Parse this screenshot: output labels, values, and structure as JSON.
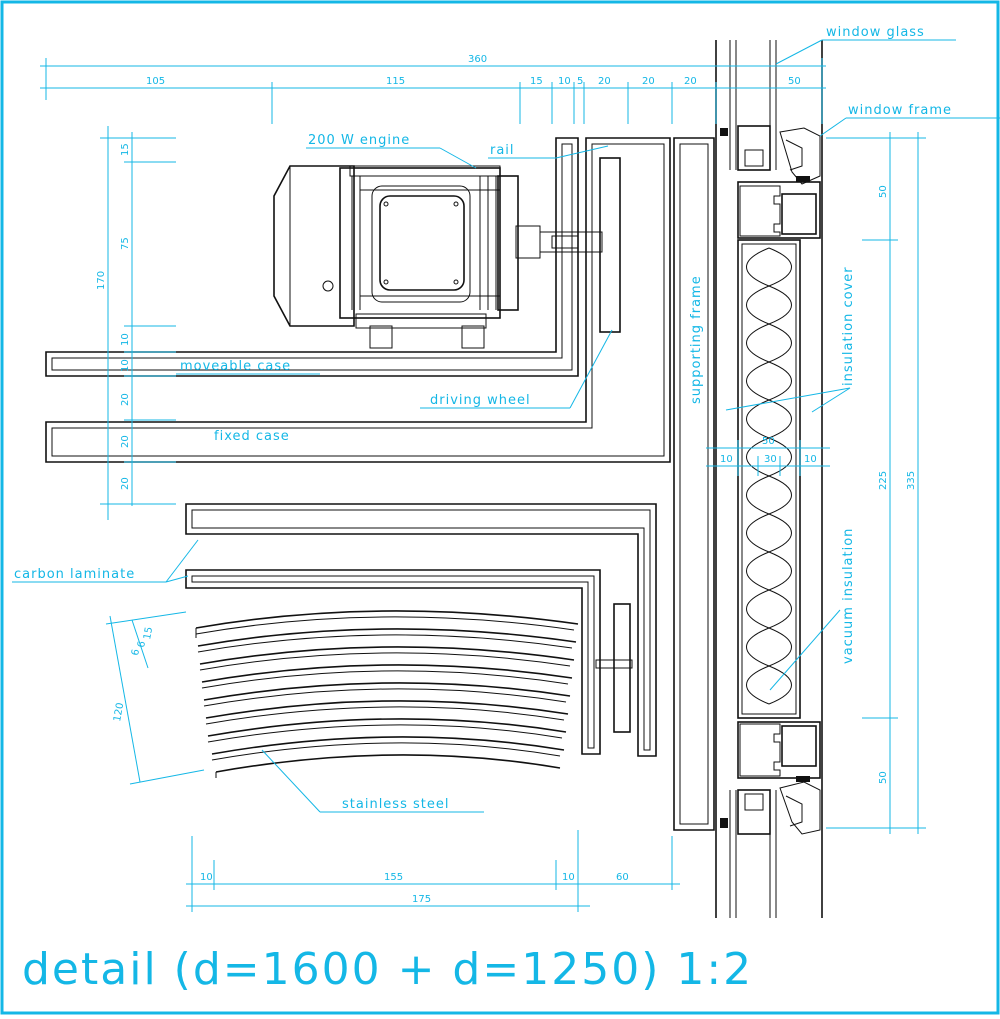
{
  "title": "detail (d=1600 + d=1250)  1:2",
  "colors": {
    "accent": "#14b7e6",
    "line": "#111111",
    "background": "#ffffff"
  },
  "labels": {
    "window_glass": "window glass",
    "window_frame": "window frame",
    "engine": "200 W engine",
    "rail": "rail",
    "moveable_case": "moveable case",
    "driving_wheel": "driving wheel",
    "fixed_case": "fixed case",
    "supporting_frame": "supporting frame",
    "insulation_cover": "insulation cover",
    "vacuum_insulation": "vacuum insulation",
    "carbon_laminate": "carbon laminate",
    "stainless_steel": "stainless steel"
  },
  "dims": {
    "top_total": "360",
    "top": [
      "105",
      "115",
      "15",
      "10",
      "5",
      "20",
      "20",
      "20",
      "50"
    ],
    "left_total": "170",
    "left": [
      "15",
      "75",
      "10",
      "10",
      "20",
      "20",
      "20"
    ],
    "right_total": "335",
    "right_mid": "225",
    "right_a": "50",
    "right_b": "50",
    "ins_total": "50",
    "ins": [
      "10",
      "30",
      "10"
    ],
    "bottom_total": "175",
    "bottom": [
      "10",
      "155",
      "10",
      "60"
    ],
    "slats_total": "120",
    "slats": [
      "6",
      "6",
      "15"
    ]
  }
}
